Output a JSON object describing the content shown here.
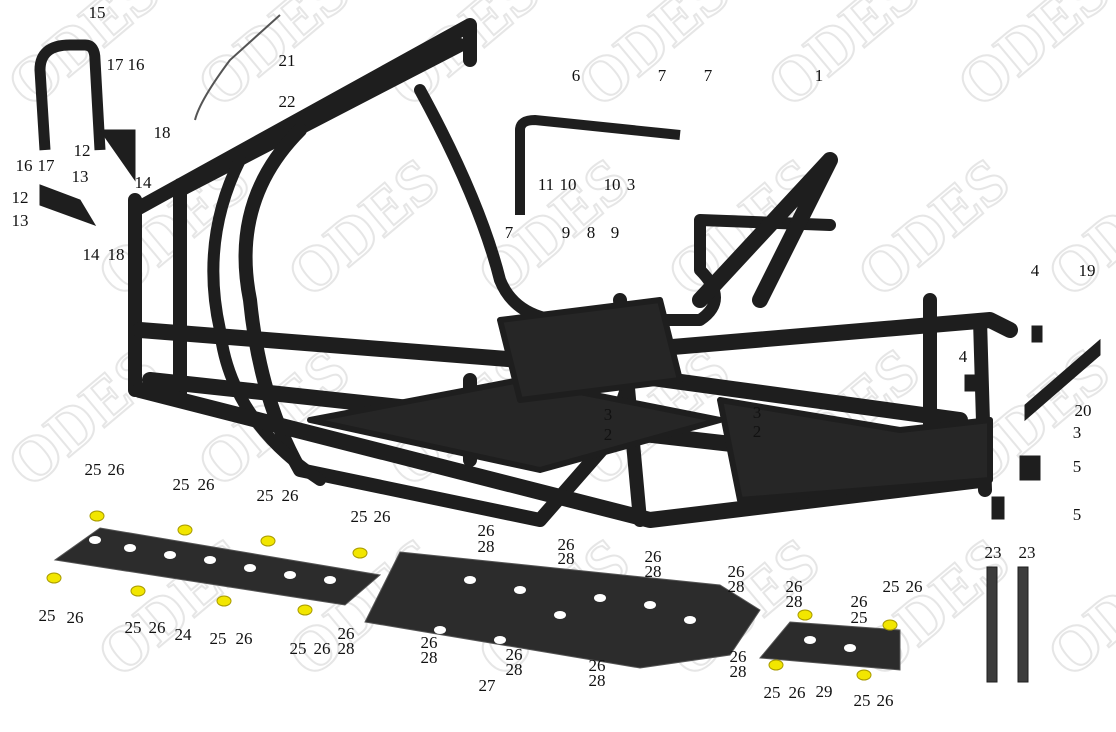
{
  "diagram": {
    "watermark": "ODES",
    "colors": {
      "frame": "#1e1e1e",
      "panel": "#2a2a2a",
      "washer": "#f2e600",
      "bolt": "#2e5a2e"
    },
    "callouts": [
      "15",
      "21",
      "22",
      "17",
      "16",
      "18",
      "12",
      "16",
      "17",
      "13",
      "14",
      "12",
      "13",
      "14",
      "18",
      "6",
      "7",
      "7",
      "1",
      "11",
      "10",
      "10",
      "3",
      "7",
      "9",
      "8",
      "9",
      "4",
      "19",
      "4",
      "3",
      "2",
      "3",
      "2",
      "20",
      "3",
      "5",
      "5",
      "25",
      "26",
      "25",
      "26",
      "25",
      "26",
      "25",
      "26",
      "25",
      "26",
      "25",
      "26",
      "25",
      "26",
      "25",
      "26",
      "24",
      "26",
      "28",
      "26",
      "28",
      "26",
      "28",
      "26",
      "28",
      "26",
      "28",
      "26",
      "28",
      "26",
      "28",
      "26",
      "28",
      "26",
      "28",
      "26",
      "28",
      "27",
      "26",
      "25",
      "25",
      "26",
      "25",
      "26",
      "29",
      "25",
      "26",
      "23",
      "23"
    ]
  }
}
